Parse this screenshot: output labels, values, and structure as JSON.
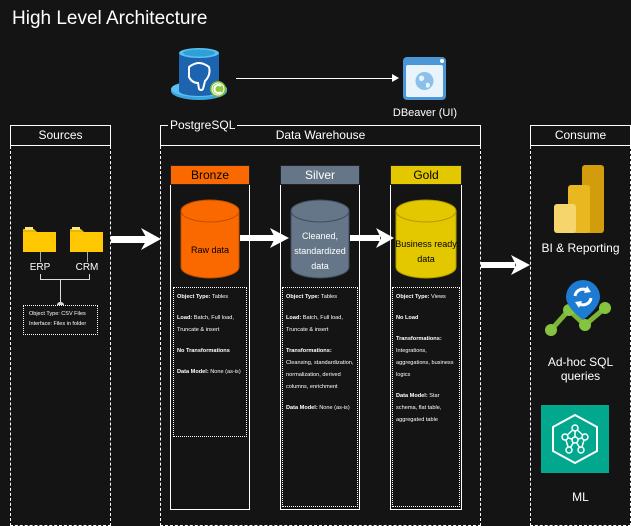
{
  "title": "High Level Architecture",
  "top": {
    "postgres_label": "PostgreSQL",
    "postgres_icon": "postgresql-database-icon",
    "dbeaver_label": "DBeaver (UI)",
    "dbeaver_icon": "dbeaver-browser-window-icon"
  },
  "sources": {
    "header": "Sources",
    "items": [
      {
        "label": "ERP",
        "icon": "folder-icon"
      },
      {
        "label": "CRM",
        "icon": "folder-icon"
      }
    ],
    "notes": [
      "Object Type: CSV Files",
      "Interface: Files in folder"
    ]
  },
  "warehouse": {
    "header": "Data Warehouse",
    "layers": [
      {
        "name": "Bronze",
        "color": "#fa6800",
        "cylinder_text": "Raw data",
        "notes": [
          {
            "bold": "Object Type:",
            "text": " Tables"
          },
          {
            "bold": "Load:",
            "text": " Batch, Full load, Truncate & insert"
          },
          {
            "bold": "No Transformations",
            "text": ""
          },
          {
            "bold": "Data Model:",
            "text": " None (as-is)"
          }
        ]
      },
      {
        "name": "Silver",
        "color": "#647687",
        "cylinder_text": "Cleaned, standardized data",
        "notes": [
          {
            "bold": "Object Type:",
            "text": " Tables"
          },
          {
            "bold": "Load:",
            "text": " Batch, Full load, Truncate & insert"
          },
          {
            "bold": "Transformations:",
            "text": " Cleansing, standardization, normalization, derived columns, enrichment"
          },
          {
            "bold": "Data Model:",
            "text": " None (as-is)"
          }
        ]
      },
      {
        "name": "Gold",
        "color": "#e3c800",
        "cylinder_text": "Business ready data",
        "notes": [
          {
            "bold": "Object Type:",
            "text": " Views"
          },
          {
            "bold": "No Load",
            "text": ""
          },
          {
            "bold": "Transformations:",
            "text": " Integrations, aggregations, business logics"
          },
          {
            "bold": "Data Model:",
            "text": " Star schema, flat table, aggregated table"
          }
        ]
      }
    ]
  },
  "consume": {
    "header": "Consume",
    "items": [
      {
        "label": "BI & Reporting",
        "icon": "power-bi-icon"
      },
      {
        "label": "Ad-hoc SQL queries",
        "icon": "sql-query-icon"
      },
      {
        "label": "ML",
        "icon": "machine-learning-icon"
      }
    ]
  }
}
